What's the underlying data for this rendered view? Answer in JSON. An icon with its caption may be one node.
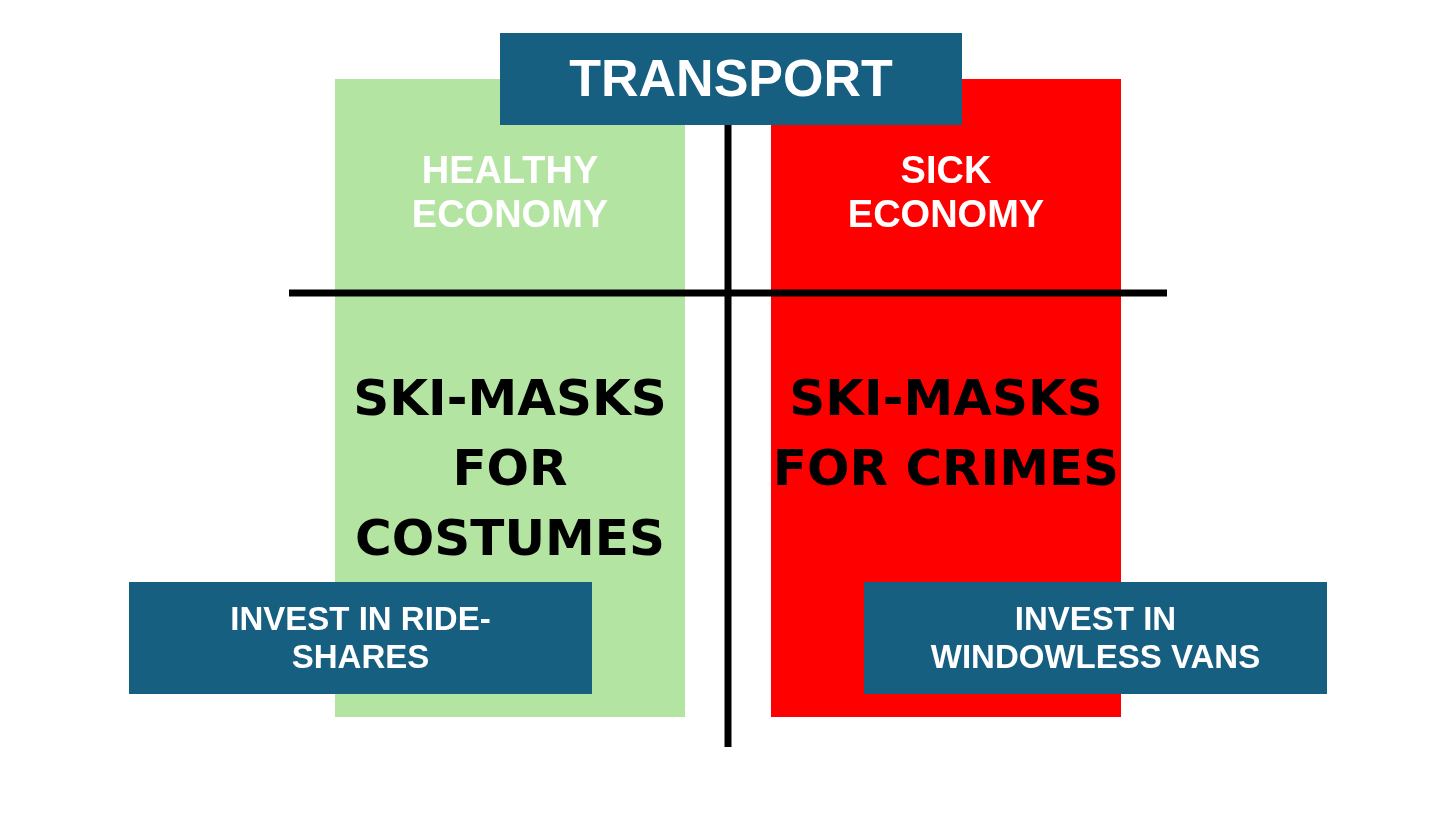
{
  "diagram": {
    "nodes": [
      {
        "text": [
          "TRANSPORT"
        ]
      },
      {
        "text": [
          "HEALTHY ECONOMY",
          "SKI-MASKS FOR COSTUMES"
        ]
      },
      {
        "text": [
          "SICK ECONOMY",
          "SKI-MASKS FOR CRIMES"
        ]
      },
      {
        "text": [
          "INVEST IN RIDE-SHARES"
        ]
      },
      {
        "text": [
          "INVEST IN WINDOWLESS VANS"
        ]
      }
    ],
    "edges": []
  }
}
